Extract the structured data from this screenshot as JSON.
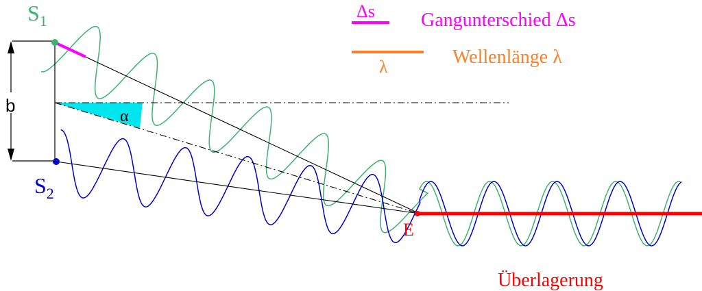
{
  "labels": {
    "s1_letter": "S",
    "s1_sub": "1",
    "s2_letter": "S",
    "s2_sub": "2",
    "b": "b",
    "alpha": "α",
    "e": "E",
    "delta_s_symbol": "Δs",
    "gangunterschied": "Gangunterschied Δs",
    "lambda_symbol": "λ",
    "wellenlaenge": "Wellenlänge λ",
    "ueberlagerung": "Überlagerung"
  },
  "colors": {
    "s1_wave": "#3cb371",
    "s2_wave": "#0000cc",
    "path_difference": "#ff00ff",
    "wavelength": "#ff7f27",
    "superposition": "#ff0000",
    "angle_fill": "#00e5ee",
    "lines": "#000000"
  }
}
